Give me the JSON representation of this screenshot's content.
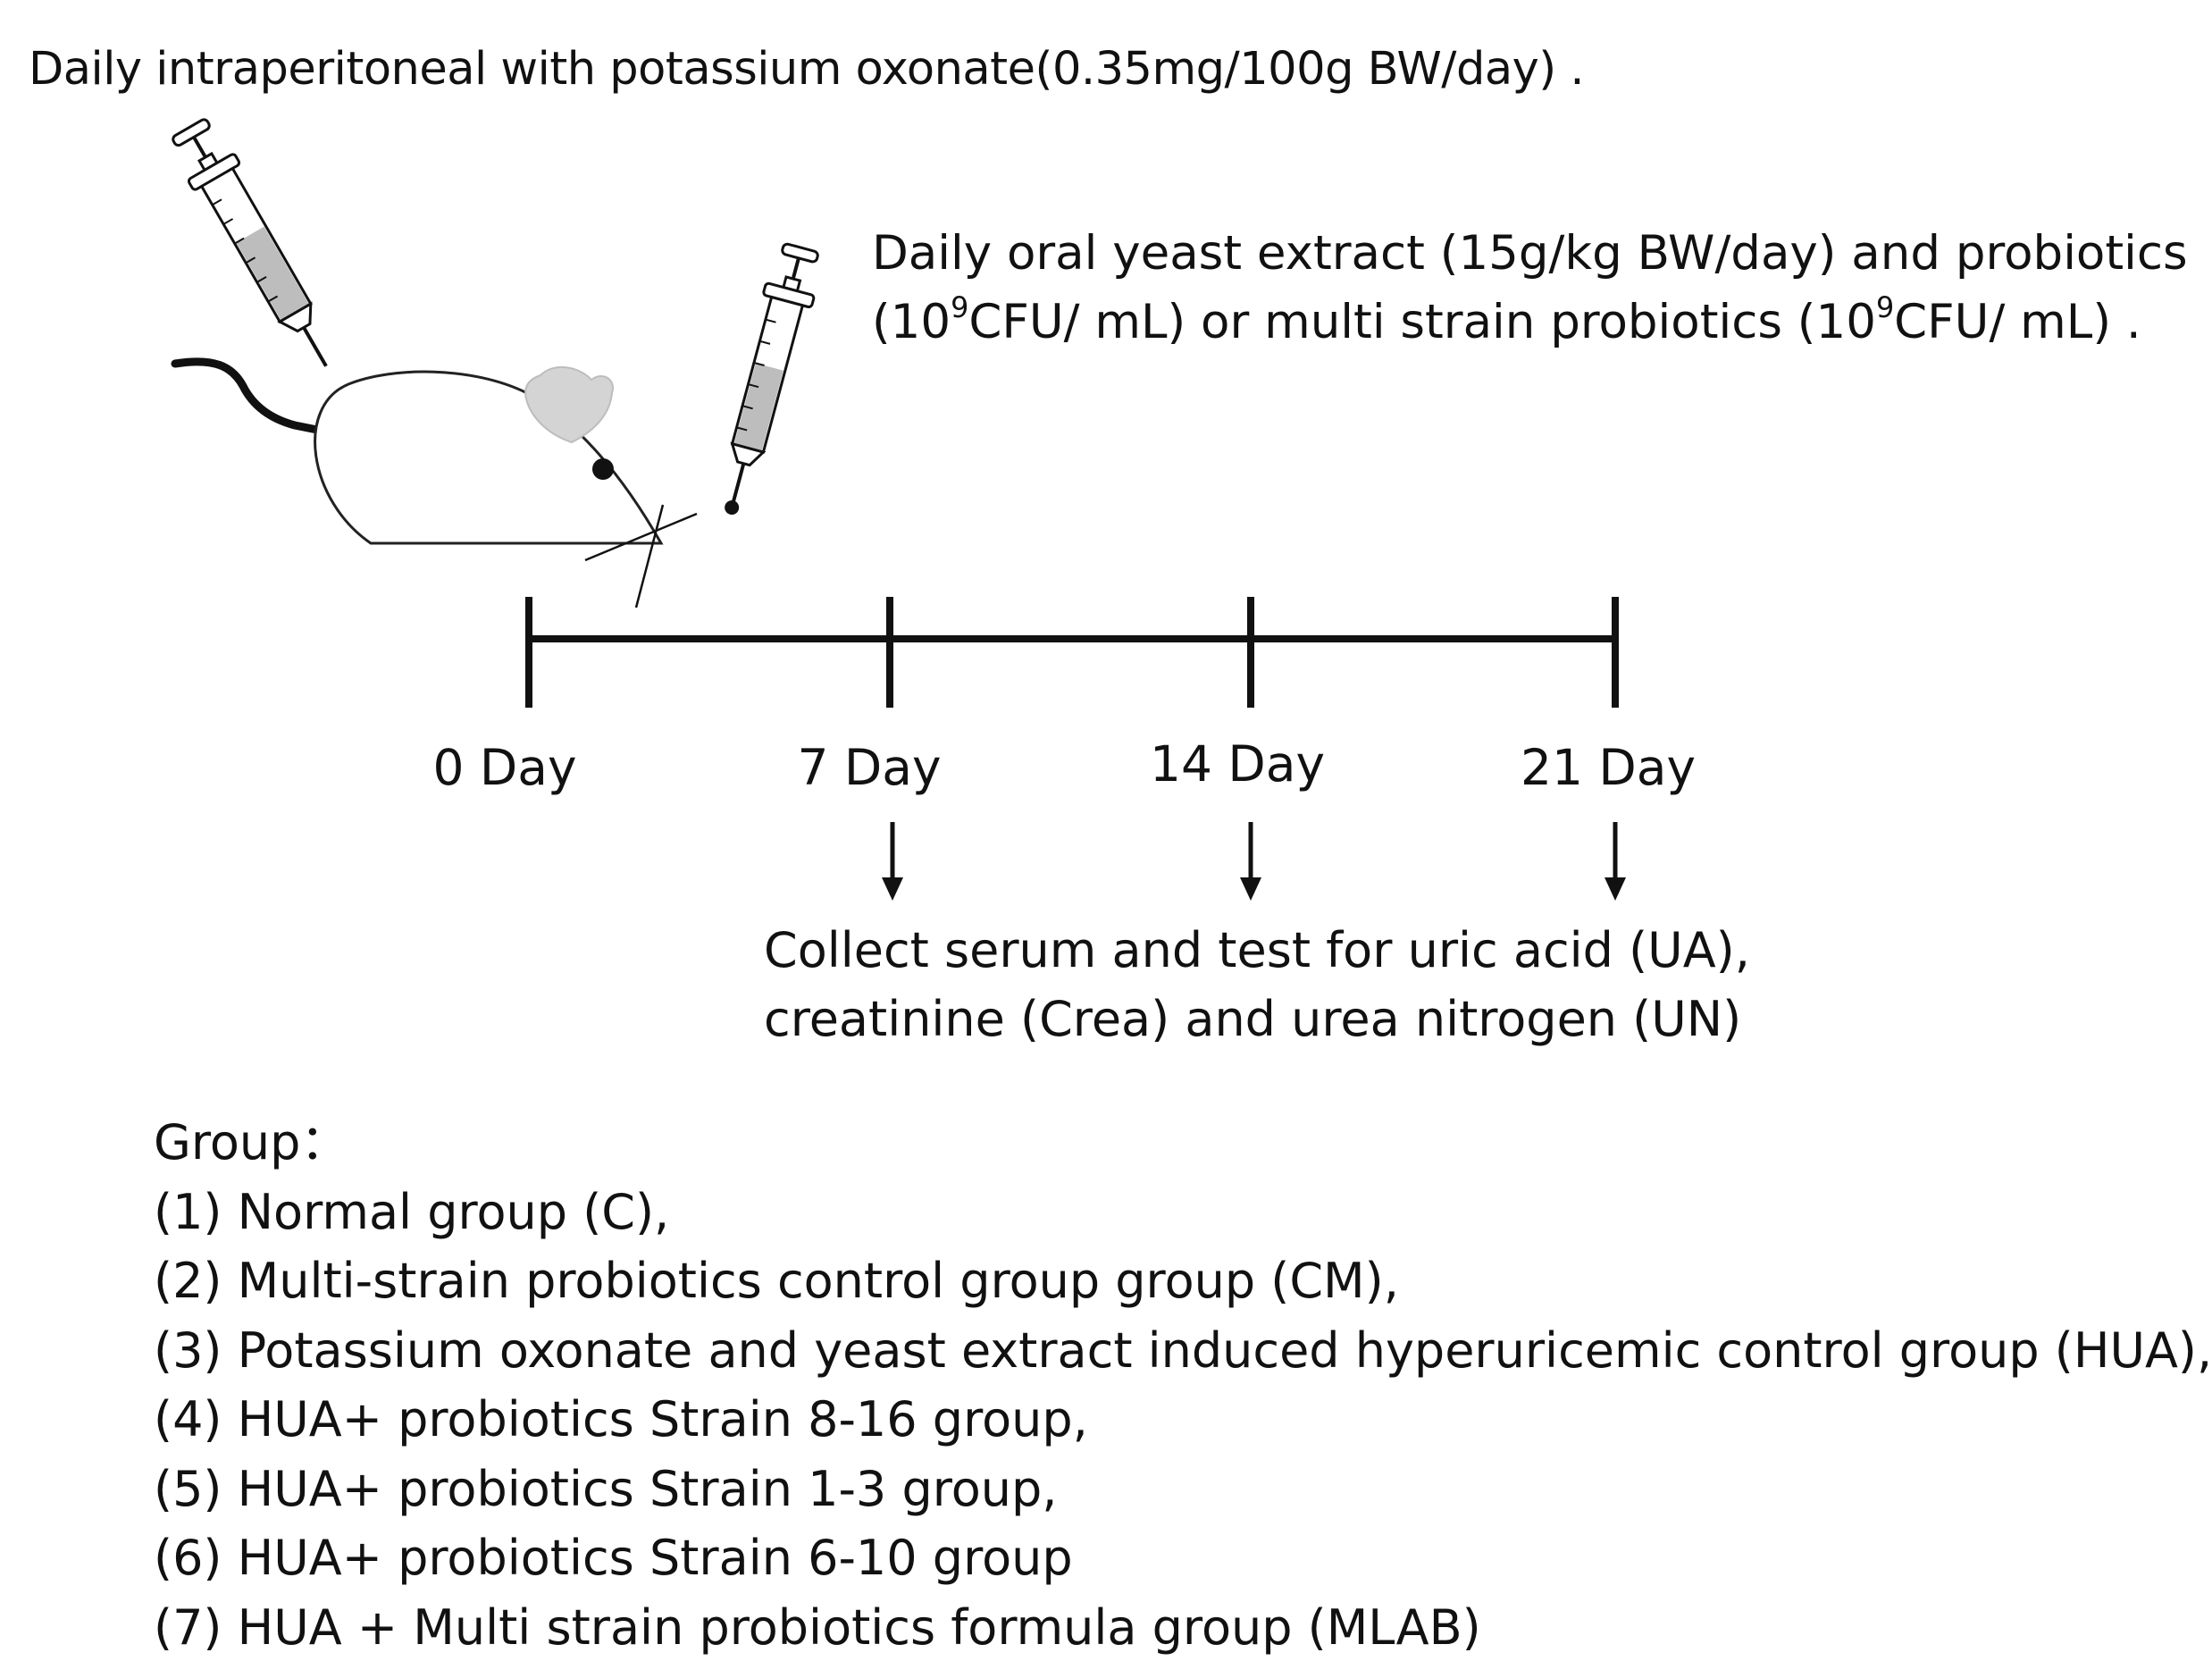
{
  "header": {
    "injection_text": "Daily intraperitoneal with potassium oxonate(0.35mg/100g BW/day) ."
  },
  "oral": {
    "line1": "Daily oral yeast extract (15g/kg BW/day) and probiotics",
    "line2_open": "(10",
    "line2_sup1": "9",
    "line2_mid": "CFU/ mL) or multi strain probiotics (10",
    "line2_sup2": "9",
    "line2_close": "CFU/ mL) ."
  },
  "timeline": {
    "labels": [
      "0 Day",
      "7 Day",
      "14 Day",
      "21 Day"
    ]
  },
  "collection": {
    "line1": "Collect serum and test for uric acid (UA),",
    "line2": "creatinine (Crea) and urea nitrogen (UN)"
  },
  "groups": {
    "title": "Group：",
    "items": [
      "(1)  Normal group (C),",
      "(2) Multi-strain probiotics  control group group (CM),",
      "(3) Potassium oxonate and yeast extract induced hyperuricemic control group (HUA),",
      "(4) HUA+ probiotics Strain 8-16 group,",
      "(5) HUA+ probiotics Strain 1-3 group,",
      "(6) HUA+ probiotics Strain 6-10 group",
      "(7) HUA + Multi strain probiotics formula group (MLAB)"
    ]
  }
}
